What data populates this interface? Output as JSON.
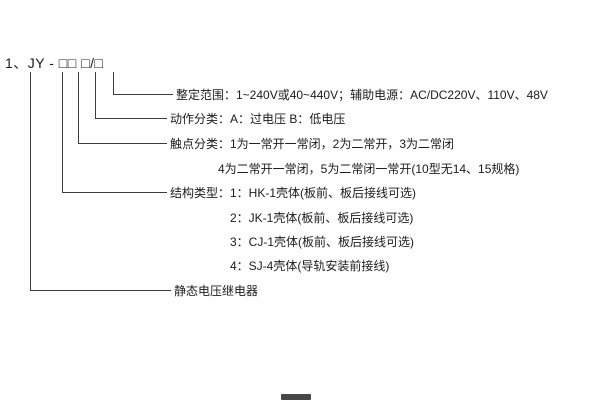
{
  "model": {
    "code": "1、JY - □□ □/□"
  },
  "annotations": {
    "setting_range": "整定范围：1~240V或40~440V；辅助电源：AC/DC220V、110V、48V",
    "action_class": "动作分类：A：过电压   B：低电压",
    "contact_class_line1": "触点分类：1为一常开一常闭，2为二常开，3为二常闭",
    "contact_class_line2": "4为二常开一常闭，5为二常闭一常开(10型无14、15规格)",
    "structure_type_line1": "结构类型：1：HK-1壳体(板前、板后接线可选)",
    "structure_type_line2": "2：JK-1壳体(板前、板后接线可选)",
    "structure_type_line3": "3：CJ-1壳体(板前、板后接线可选)",
    "structure_type_line4": "4：SJ-4壳体(导轨安装前接线)",
    "device_name": "静态电压继电器"
  }
}
